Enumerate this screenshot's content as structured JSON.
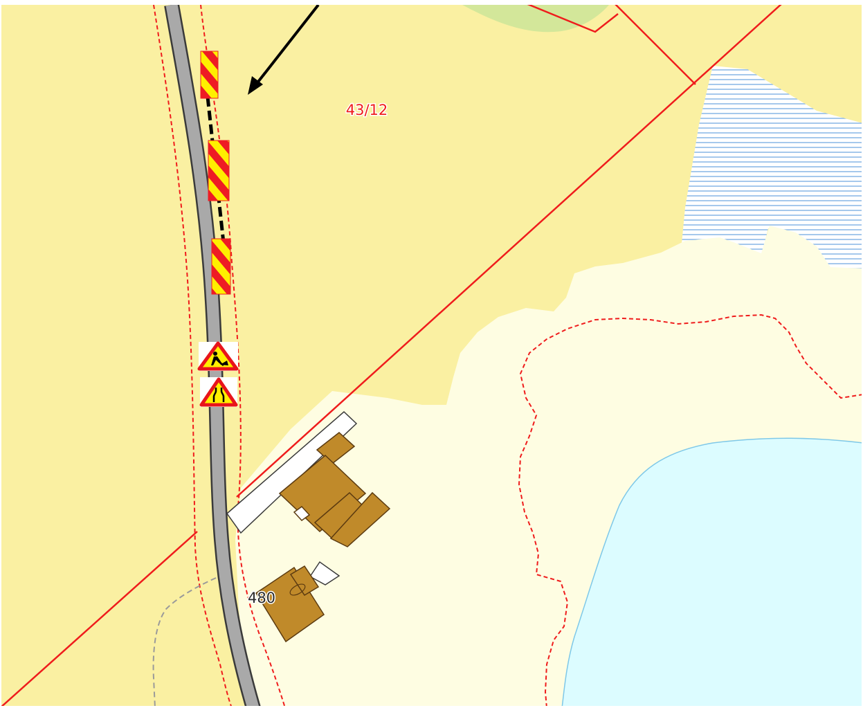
{
  "map": {
    "parcel_label": "43/12",
    "address_label": "480",
    "colors": {
      "farmland": "#faf0a2",
      "open_land": "#fefde2",
      "meadow": "#d3e79a",
      "water": "#dcfcff",
      "water_edge": "#7ec8e8",
      "marsh_lines": "#6fa7e0",
      "road_fill": "#a9a9a9",
      "road_edge": "#3a3a3a",
      "property_line": "#ef1c1c",
      "building": "#c08a2a",
      "building_edge": "#5b3a10",
      "barrier_red": "#ee1c24",
      "barrier_yellow": "#ffef00",
      "sign_border": "#e8141b"
    },
    "signs": [
      {
        "name": "roadwork-sign",
        "symbol": "road-works"
      },
      {
        "name": "road-narrows-sign",
        "symbol": "road-narrows"
      }
    ],
    "barriers": [
      {
        "name": "road-barrier-1"
      },
      {
        "name": "road-barrier-2"
      },
      {
        "name": "road-barrier-3"
      }
    ]
  }
}
